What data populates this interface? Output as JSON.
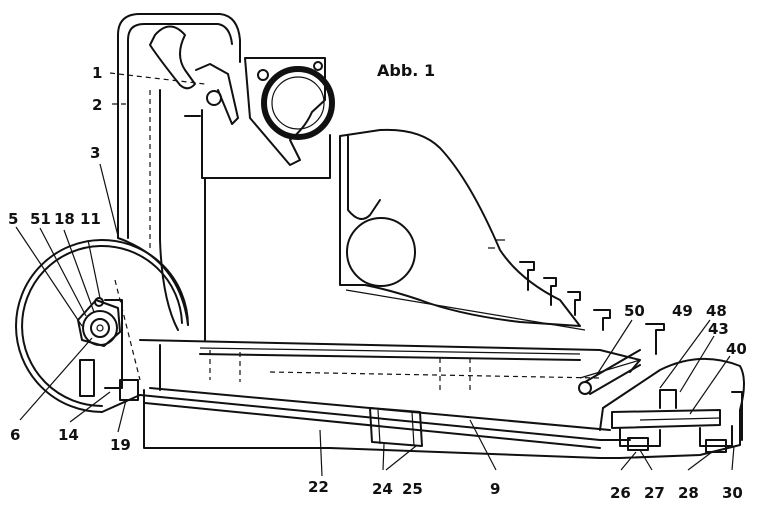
{
  "figure": {
    "title": "Abb. 1"
  },
  "labels": {
    "l1": "1",
    "l2": "2",
    "l3": "3",
    "l5": "5",
    "l51": "51",
    "l18": "18",
    "l11": "11",
    "l6": "6",
    "l14": "14",
    "l19": "19",
    "l22": "22",
    "l24": "24",
    "l25": "25",
    "l9": "9",
    "l26": "26",
    "l27": "27",
    "l28": "28",
    "l30": "30",
    "l50": "50",
    "l49": "49",
    "l48": "48",
    "l43": "43",
    "l40": "40"
  }
}
